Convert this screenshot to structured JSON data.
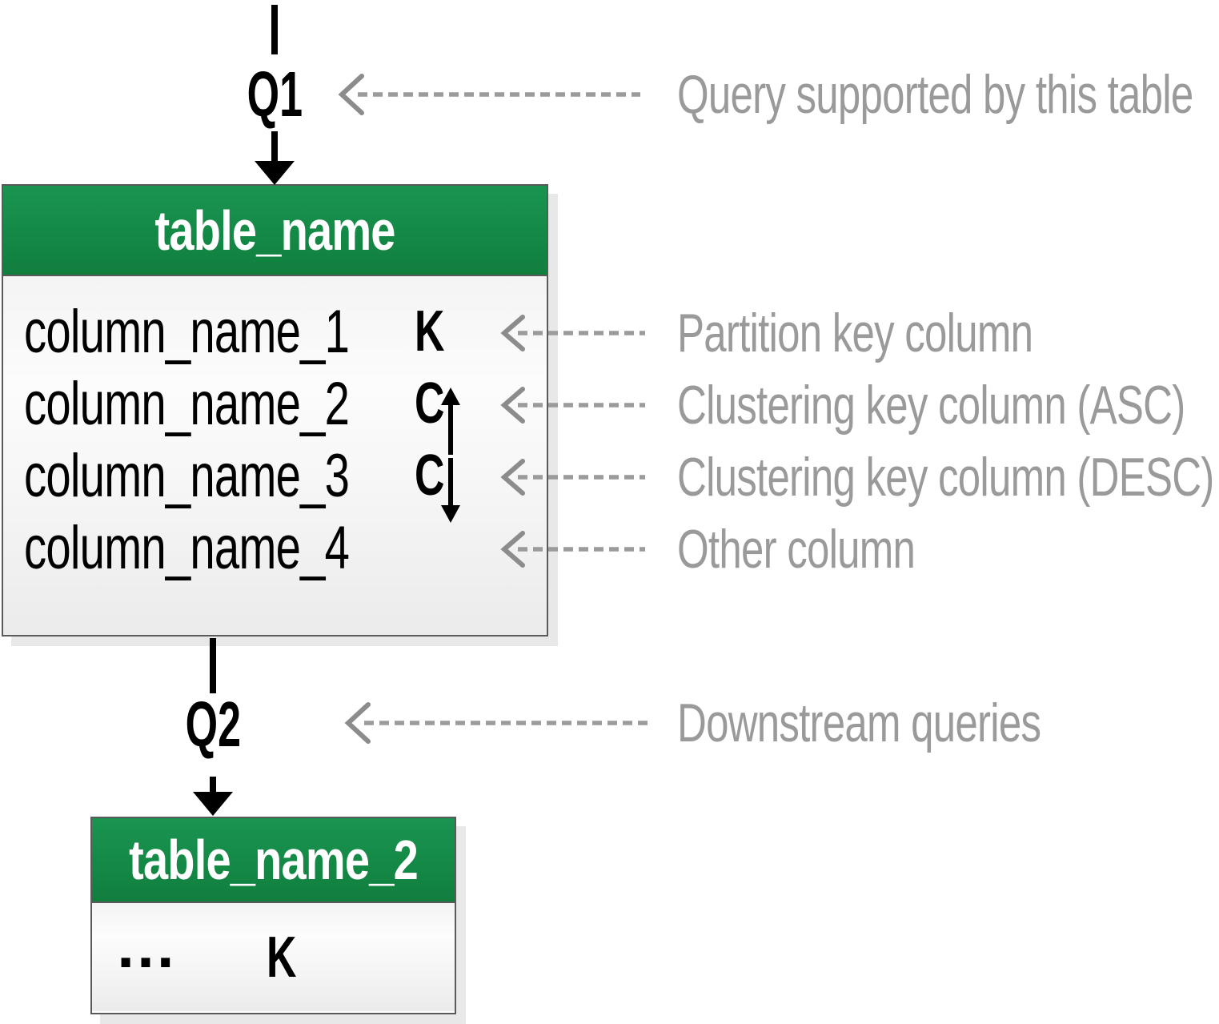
{
  "palette": {
    "header_green_top": "#1b9451",
    "header_green_bottom": "#117e3e",
    "annotation_gray": "#9a9a9a",
    "dashed_arrow_gray": "#999999",
    "border_gray": "#5a5a5a",
    "shadow_gray": "#e8e8e8",
    "text_black": "#000000",
    "header_text_white": "#ffffff"
  },
  "flow": {
    "q1": {
      "label": "Q1",
      "annotation": "Query supported by this table"
    },
    "q2": {
      "label": "Q2",
      "annotation": "Downstream queries"
    }
  },
  "table1": {
    "title": "table_name",
    "rows": [
      {
        "name": "column_name_1",
        "key": "K",
        "key_icon": "",
        "annotation": "Partition key column"
      },
      {
        "name": "column_name_2",
        "key": "C",
        "key_icon": "arrow-up-icon",
        "annotation": "Clustering key column (ASC)"
      },
      {
        "name": "column_name_3",
        "key": "C",
        "key_icon": "arrow-down-icon",
        "annotation": "Clustering key column (DESC)"
      },
      {
        "name": "column_name_4",
        "key": "",
        "key_icon": "",
        "annotation": "Other column"
      }
    ]
  },
  "table2": {
    "title": "table_name_2",
    "rows": [
      {
        "name": "…",
        "key": "K"
      }
    ]
  }
}
